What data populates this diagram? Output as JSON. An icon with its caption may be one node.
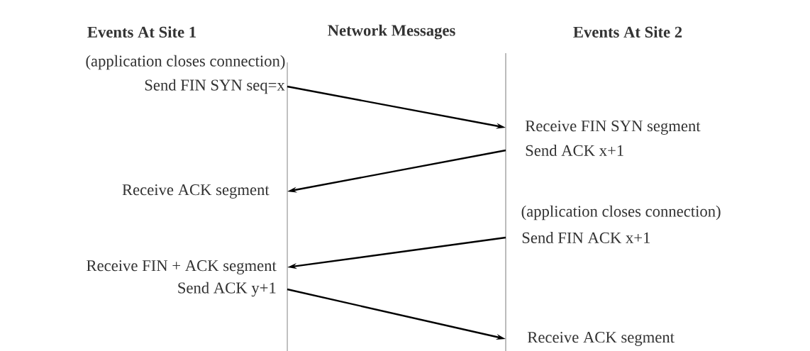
{
  "diagram": {
    "nodes": [
      {
        "text": [
          "Send FIN SYN seq=x"
        ]
      },
      {
        "text": [
          "Receive FIN SYN segment"
        ]
      },
      {
        "text": [
          "Send ACK x+1"
        ]
      },
      {
        "text": [
          "Receive ACK segment"
        ]
      },
      {
        "text": [
          "Send FIN ACK x+1"
        ]
      },
      {
        "text": [
          "Receive FIN + ACK segment"
        ]
      },
      {
        "text": [
          "Send ACK y+1"
        ]
      },
      {
        "text": [
          "Receive ACK segment"
        ]
      }
    ],
    "edges": [
      {
        "from": 0,
        "to": 1,
        "arrow": "to"
      },
      {
        "from": 2,
        "to": 3,
        "arrow": "to"
      },
      {
        "from": 4,
        "to": 5,
        "arrow": "to"
      },
      {
        "from": 6,
        "to": 7,
        "arrow": "to"
      }
    ],
    "labels": [
      "Events At Site 1",
      "Network Messages",
      "Events At Site 2",
      "(application closes connection)",
      "(application closes connection)"
    ]
  }
}
